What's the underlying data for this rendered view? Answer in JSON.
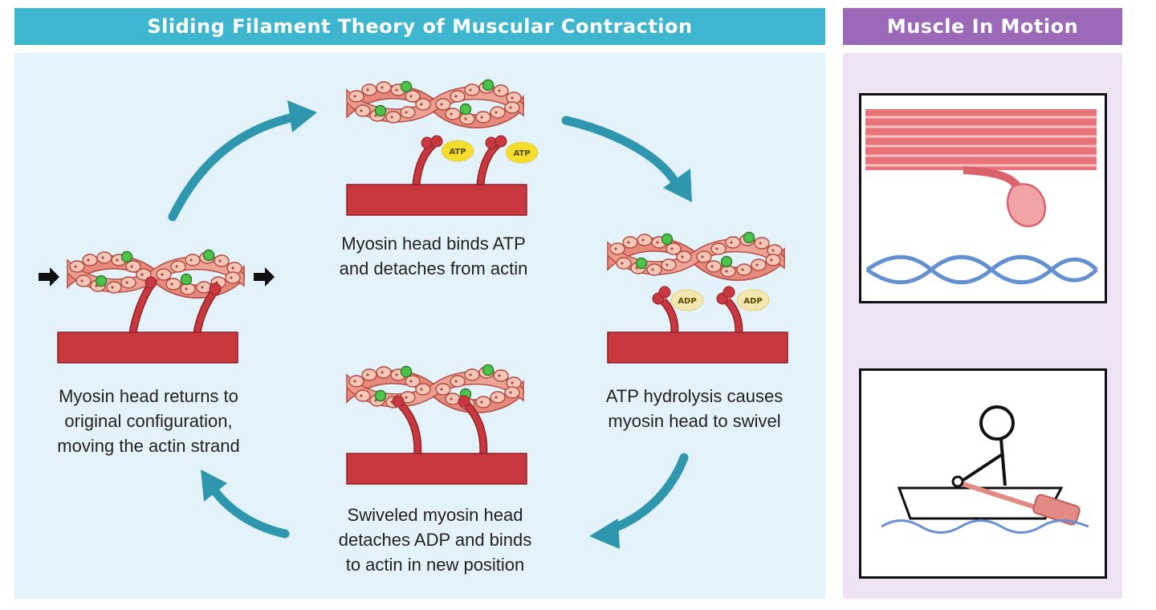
{
  "header": {
    "main_title": "Sliding Filament Theory of Muscular Contraction",
    "side_title": "Muscle In Motion"
  },
  "steps": {
    "top": {
      "line1": "Myosin head binds ATP",
      "line2": "and detaches from actin",
      "tag": "ATP"
    },
    "right": {
      "line1": "ATP hydrolysis causes",
      "line2": "myosin head to swivel",
      "tag": "ADP"
    },
    "bottom": {
      "line1": "Swiveled myosin head",
      "line2": "detaches ADP and binds",
      "line3": "to actin in new position"
    },
    "left": {
      "line1": "Myosin head returns to",
      "line2": "original configuration,",
      "line3": "moving the actin strand"
    }
  },
  "colors": {
    "main_header": "#3fb6cf",
    "side_header": "#9b69b8",
    "main_panel": "#e4f3fb",
    "side_panel": "#eee4f3",
    "cycle_arrow": "#2e97ad",
    "myosin": "#c8383e",
    "actin": "#e58a7c",
    "binding_site": "#4dc34a",
    "atp": "#f5dd2c",
    "adp": "#f5e7b0",
    "tropomyosin": "#6390d0",
    "oar": "#e28a84",
    "water": "#6b8fd6"
  },
  "icons": {
    "cycle": "curved-arrow-icon",
    "push": "black-arrow-icon",
    "binding_site": "green-dot-icon"
  }
}
